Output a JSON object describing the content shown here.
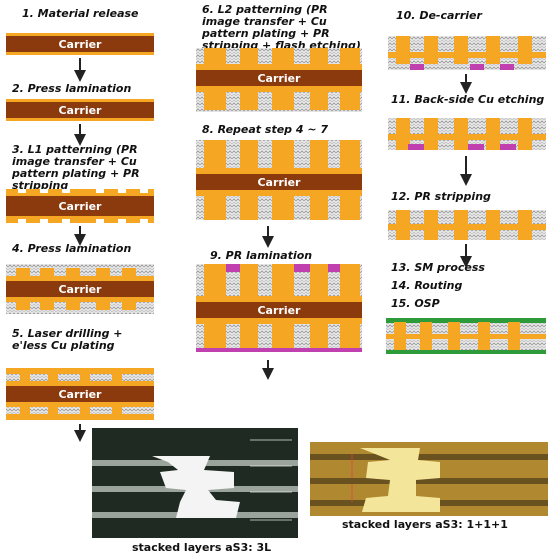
{
  "steps": {
    "s1": "1. Material release",
    "s2": "2. Press lamination",
    "s3": "3. L1 patterning (PR image transfer + Cu pattern plating + PR stripping",
    "s4": "4. Press lamination",
    "s5": "5. Laser drilling + e'less Cu plating",
    "s6": "6. L2 patterning (PR image transfer + Cu pattern plating + PR stripping + flash etching)",
    "s8": "8. Repeat step  4 ~ 7",
    "s9": "9. PR lamination",
    "s10": "10. De-carrier",
    "s11": "11. Back-side Cu etching",
    "s12": "12. PR stripping",
    "s13": "13. SM process",
    "s14": "14. Routing",
    "s15": "15. OSP"
  },
  "carrier_label": "Carrier",
  "captions": {
    "left": "stacked layers aS3: 3L",
    "right": "stacked layers aS3: 1+1+1"
  },
  "colors": {
    "carrier": "#8B3A0E",
    "prepreg": "#F5A623",
    "copper": "#F2A93B",
    "pr": "#C040B0",
    "solder_mask": "#2E9B3A",
    "arrow": "#222222"
  }
}
